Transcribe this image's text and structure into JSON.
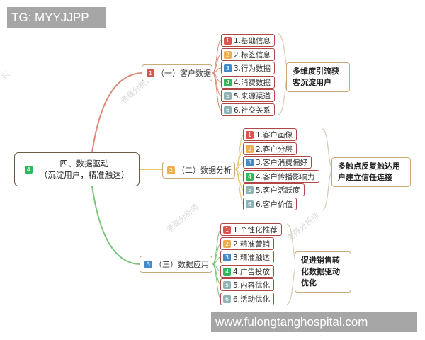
{
  "overlays": {
    "top_label": "TG: MYYJJPP",
    "bottom_label": "www.fulongtanghospital.com"
  },
  "colors": {
    "badge_1": "#d9534f",
    "badge_2": "#f0ad4e",
    "badge_3": "#428bca",
    "badge_4": "#2eb85c",
    "badge_5": "#8fb3b3",
    "badge_6": "#8fb3b3",
    "leaf_border": "#b04848",
    "branch_border": "#c9a97a",
    "line_1": "#d98a7a",
    "line_2": "#e8c66a",
    "line_3": "#7cc47c"
  },
  "root": {
    "badge": "4",
    "title": "四、数据驱动",
    "subtitle": "（沉淀用户，精准触达）"
  },
  "branches": [
    {
      "badge": "1",
      "label": "（一）客户数据",
      "items": [
        {
          "badge": "1",
          "label": "1.基础信息"
        },
        {
          "badge": "2",
          "label": "2.标签信息"
        },
        {
          "badge": "3",
          "label": "3.行为数据"
        },
        {
          "badge": "4",
          "label": "4.消费数据"
        },
        {
          "badge": "5",
          "label": "5.来源渠道"
        },
        {
          "badge": "6",
          "label": "6.社交关系"
        }
      ],
      "summary": "多维度引流获客沉淀用户"
    },
    {
      "badge": "2",
      "label": "（二）数据分析",
      "items": [
        {
          "badge": "1",
          "label": "1.客户画像"
        },
        {
          "badge": "2",
          "label": "2.客户分层"
        },
        {
          "badge": "3",
          "label": "3.客户消费偏好"
        },
        {
          "badge": "4",
          "label": "4.客户传播影响力"
        },
        {
          "badge": "5",
          "label": "5.客户活跃度"
        },
        {
          "badge": "6",
          "label": "6.客户价值"
        }
      ],
      "summary": "多触点反复触达用户建立信任连接"
    },
    {
      "badge": "3",
      "label": "（三）数据应用",
      "items": [
        {
          "badge": "1",
          "label": "1.个性化推荐"
        },
        {
          "badge": "2",
          "label": "2.精准营销"
        },
        {
          "badge": "3",
          "label": "3.精准触达"
        },
        {
          "badge": "4",
          "label": "4.广告投放"
        },
        {
          "badge": "5",
          "label": "5.内容优化"
        },
        {
          "badge": "6",
          "label": "6.活动优化"
        }
      ],
      "summary": "促进销售转化数据驱动优化"
    }
  ],
  "watermark": "老聂分析师"
}
